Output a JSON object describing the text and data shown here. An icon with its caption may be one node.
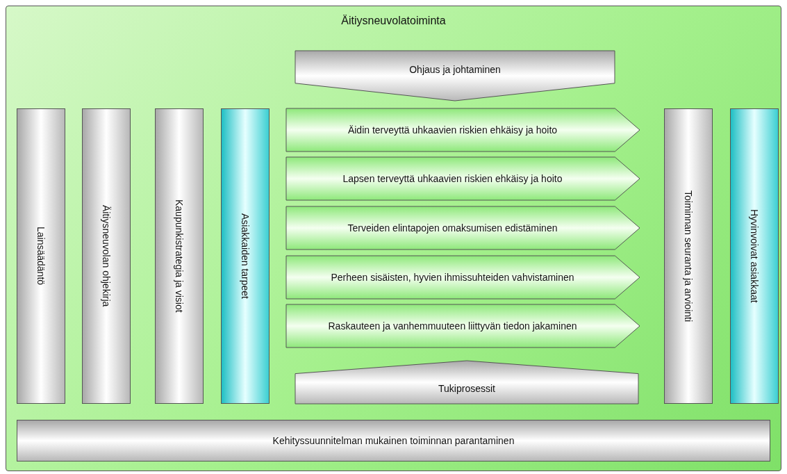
{
  "diagram": {
    "nodes": [
      {
        "text": [
          "Äitiysneuvolatoiminta"
        ]
      },
      {
        "text": [
          "Ohjaus ja johtaminen"
        ],
        "in": 0
      },
      {
        "text": [
          "Lainsäädäntö"
        ],
        "in": 0
      },
      {
        "text": [
          "Äitiysneuvolan ohjekirja"
        ],
        "in": 0
      },
      {
        "text": [
          "Kaupunkistrategia ja visiot"
        ],
        "in": 0
      },
      {
        "text": [
          "Asiakkaiden tarpeet"
        ],
        "in": 0
      },
      {
        "text": [
          "Äidin terveyttä uhkaavien riskien ehkäisy ja hoito"
        ],
        "in": 0
      },
      {
        "text": [
          "Lapsen terveyttä uhkaavien riskien ehkäisy ja hoito"
        ],
        "in": 0
      },
      {
        "text": [
          "Terveiden elintapojen omaksumisen edistäminen"
        ],
        "in": 0
      },
      {
        "text": [
          "Perheen sisäisten, hyvien ihmissuhteiden vahvistaminen"
        ],
        "in": 0
      },
      {
        "text": [
          "Raskauteen ja vanhemmuuteen liittyvän tiedon jakaminen"
        ],
        "in": 0
      },
      {
        "text": [
          "Tukiprosessit"
        ],
        "in": 0
      },
      {
        "text": [
          "Toiminnan seuranta ja arviointi"
        ],
        "in": 0
      },
      {
        "text": [
          "Hyvinvoivat asiakkaat"
        ],
        "in": 0
      },
      {
        "text": [
          "Kehityssuunnitelman mukainen toiminnan parantaminen"
        ],
        "in": 0
      }
    ]
  }
}
